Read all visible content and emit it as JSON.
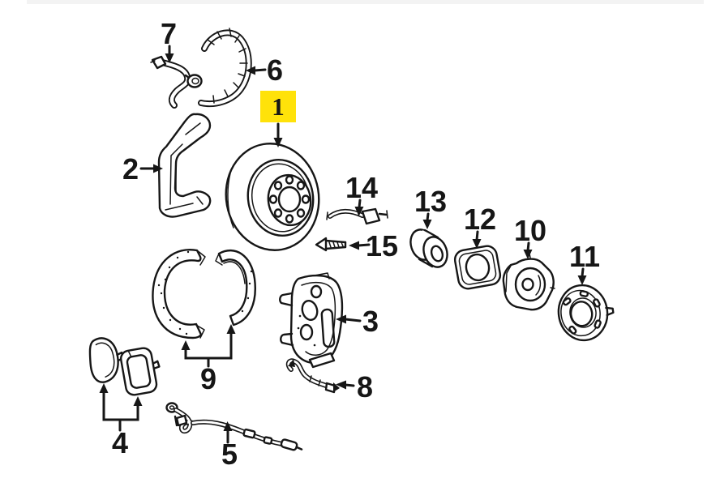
{
  "page": {
    "background": "#ffffff",
    "top_bar_color": "#f3f3f3",
    "line_color": "#161616",
    "highlight_color": "#ffe20a"
  },
  "diagram_type": "exploded-parts-diagram-rear-disc-brake",
  "callouts": [
    {
      "number": "1",
      "part": "brake-rotor",
      "highlighted": true
    },
    {
      "number": "2",
      "part": "brake-dust-shield",
      "highlighted": false
    },
    {
      "number": "3",
      "part": "brake-caliper",
      "highlighted": false
    },
    {
      "number": "4",
      "part": "brake-pads",
      "highlighted": false
    },
    {
      "number": "5",
      "part": "parking-brake-cable",
      "highlighted": false
    },
    {
      "number": "6",
      "part": "adjuster-spring",
      "highlighted": false
    },
    {
      "number": "7",
      "part": "brake-hose",
      "highlighted": false
    },
    {
      "number": "8",
      "part": "wear-sensor-wire",
      "highlighted": false
    },
    {
      "number": "9",
      "part": "parking-brake-shoes",
      "highlighted": false
    },
    {
      "number": "10",
      "part": "hub-bearing",
      "highlighted": false
    },
    {
      "number": "11",
      "part": "hub-flange",
      "highlighted": false
    },
    {
      "number": "12",
      "part": "gasket",
      "highlighted": false
    },
    {
      "number": "13",
      "part": "bushing",
      "highlighted": false
    },
    {
      "number": "14",
      "part": "sensor-lead",
      "highlighted": false
    },
    {
      "number": "15",
      "part": "guide-bolt",
      "highlighted": false
    }
  ]
}
